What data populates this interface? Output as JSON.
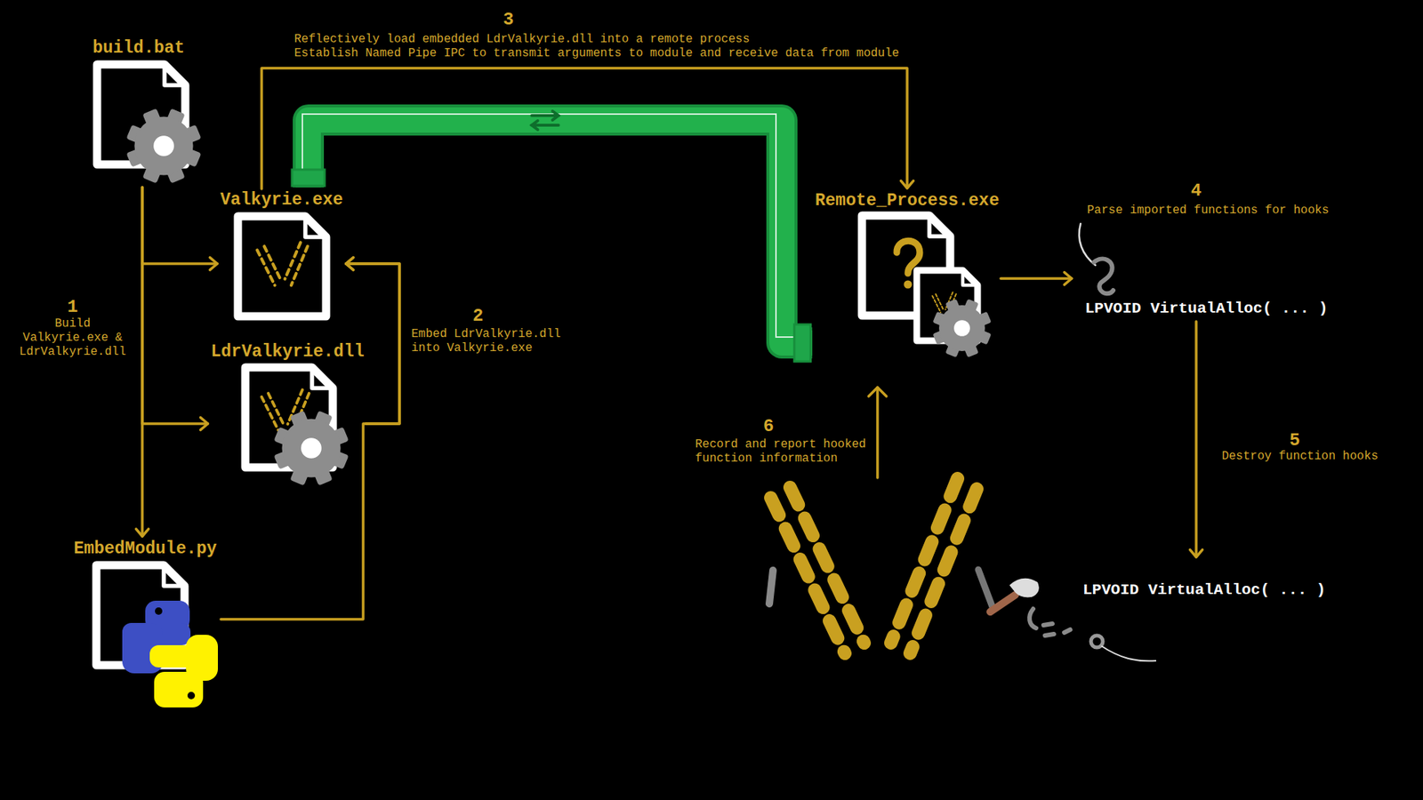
{
  "diagram": {
    "nodes": [
      {
        "text": [
          "build.bat"
        ]
      },
      {
        "text": [
          "Valkyrie.exe"
        ]
      },
      {
        "text": [
          "LdrValkyrie.dll"
        ]
      },
      {
        "text": [
          "EmbedModule.py"
        ]
      },
      {
        "text": [
          "Remote_Process.exe"
        ]
      },
      {
        "text": [
          "LPVOID VirtualAlloc( ... )"
        ]
      },
      {
        "text": [
          "LPVOID VirtualAlloc( ... )"
        ]
      }
    ],
    "edges": [
      {
        "from": 0,
        "to": 1,
        "arrow": "to"
      },
      {
        "from": 0,
        "to": 2,
        "arrow": "to"
      },
      {
        "from": 0,
        "to": 3,
        "arrow": "to"
      },
      {
        "from": 2,
        "to": 1,
        "arrow": "to"
      },
      {
        "from": 3,
        "to": 1,
        "arrow": "to"
      },
      {
        "from": 1,
        "to": 4,
        "arrow": "to"
      },
      {
        "from": 1,
        "to": 4,
        "arrow": "none"
      },
      {
        "from": 4,
        "to": 5,
        "arrow": "to"
      },
      {
        "from": 5,
        "to": 6,
        "arrow": "to"
      }
    ],
    "labels": [
      "1",
      "Build Valkyrie.exe & LdrValkyrie.dll",
      "2",
      "Embed LdrValkyrie.dll into Valkyrie.exe",
      "3",
      "Reflectively load embedded LdrValkyrie.dll into a remote process",
      "Establish Named Pipe IPC to transmit arguments to module and receive data from module",
      "4",
      "Parse imported functions for hooks",
      "5",
      "Destroy function hooks",
      "6",
      "Record and report hooked function information"
    ]
  }
}
